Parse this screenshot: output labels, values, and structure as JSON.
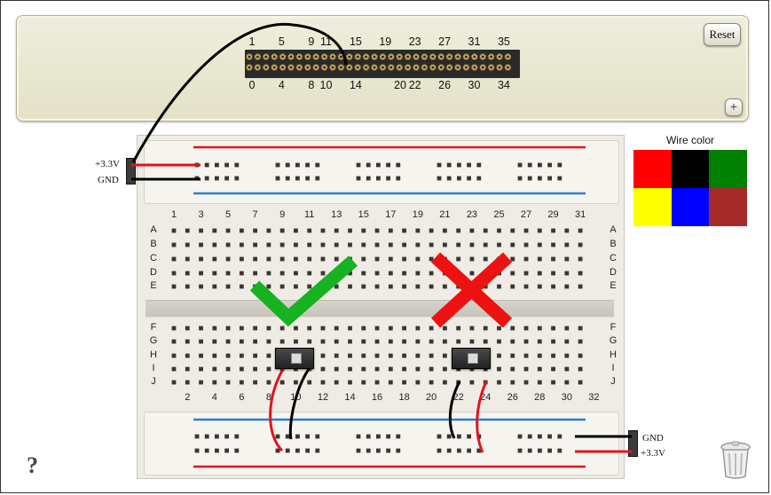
{
  "header": {
    "reset_label": "Reset",
    "expand_label": "+"
  },
  "pin_header": {
    "top_labels": [
      "1",
      "5",
      "9",
      "11",
      "15",
      "19",
      "23",
      "27",
      "31",
      "35"
    ],
    "bottom_labels": [
      "0",
      "4",
      "8",
      "10",
      "14",
      "20",
      "22",
      "26",
      "30",
      "34"
    ]
  },
  "breadboard": {
    "top_columns": [
      "1",
      "3",
      "5",
      "7",
      "9",
      "11",
      "13",
      "15",
      "17",
      "19",
      "21",
      "23",
      "25",
      "27",
      "29",
      "31"
    ],
    "bottom_columns": [
      "2",
      "4",
      "6",
      "8",
      "10",
      "12",
      "14",
      "16",
      "18",
      "20",
      "22",
      "24",
      "26",
      "28",
      "30",
      "32"
    ],
    "rows_upper": [
      "A",
      "B",
      "C",
      "D",
      "E"
    ],
    "rows_lower": [
      "F",
      "G",
      "H",
      "I",
      "J"
    ]
  },
  "power": {
    "top_left": {
      "vcc": "+3.3V",
      "gnd": "GND"
    },
    "bottom_right": {
      "gnd": "GND",
      "vcc": "+3.3V"
    }
  },
  "wire_color": {
    "title": "Wire color",
    "swatches": [
      {
        "name": "red",
        "hex": "#ff0000"
      },
      {
        "name": "black",
        "hex": "#000000"
      },
      {
        "name": "green",
        "hex": "#008000"
      },
      {
        "name": "yellow",
        "hex": "#ffff00"
      },
      {
        "name": "blue",
        "hex": "#0000ff"
      },
      {
        "name": "brown",
        "hex": "#a52a2a"
      }
    ]
  },
  "colors": {
    "rail_red": "#e0151c",
    "rail_blue": "#2a7fd0",
    "check": "#16b21f",
    "cross": "#ee1111"
  },
  "icons": {
    "help": "question-mark-icon",
    "help_glyph": "?",
    "trash": "trash-can-icon"
  }
}
